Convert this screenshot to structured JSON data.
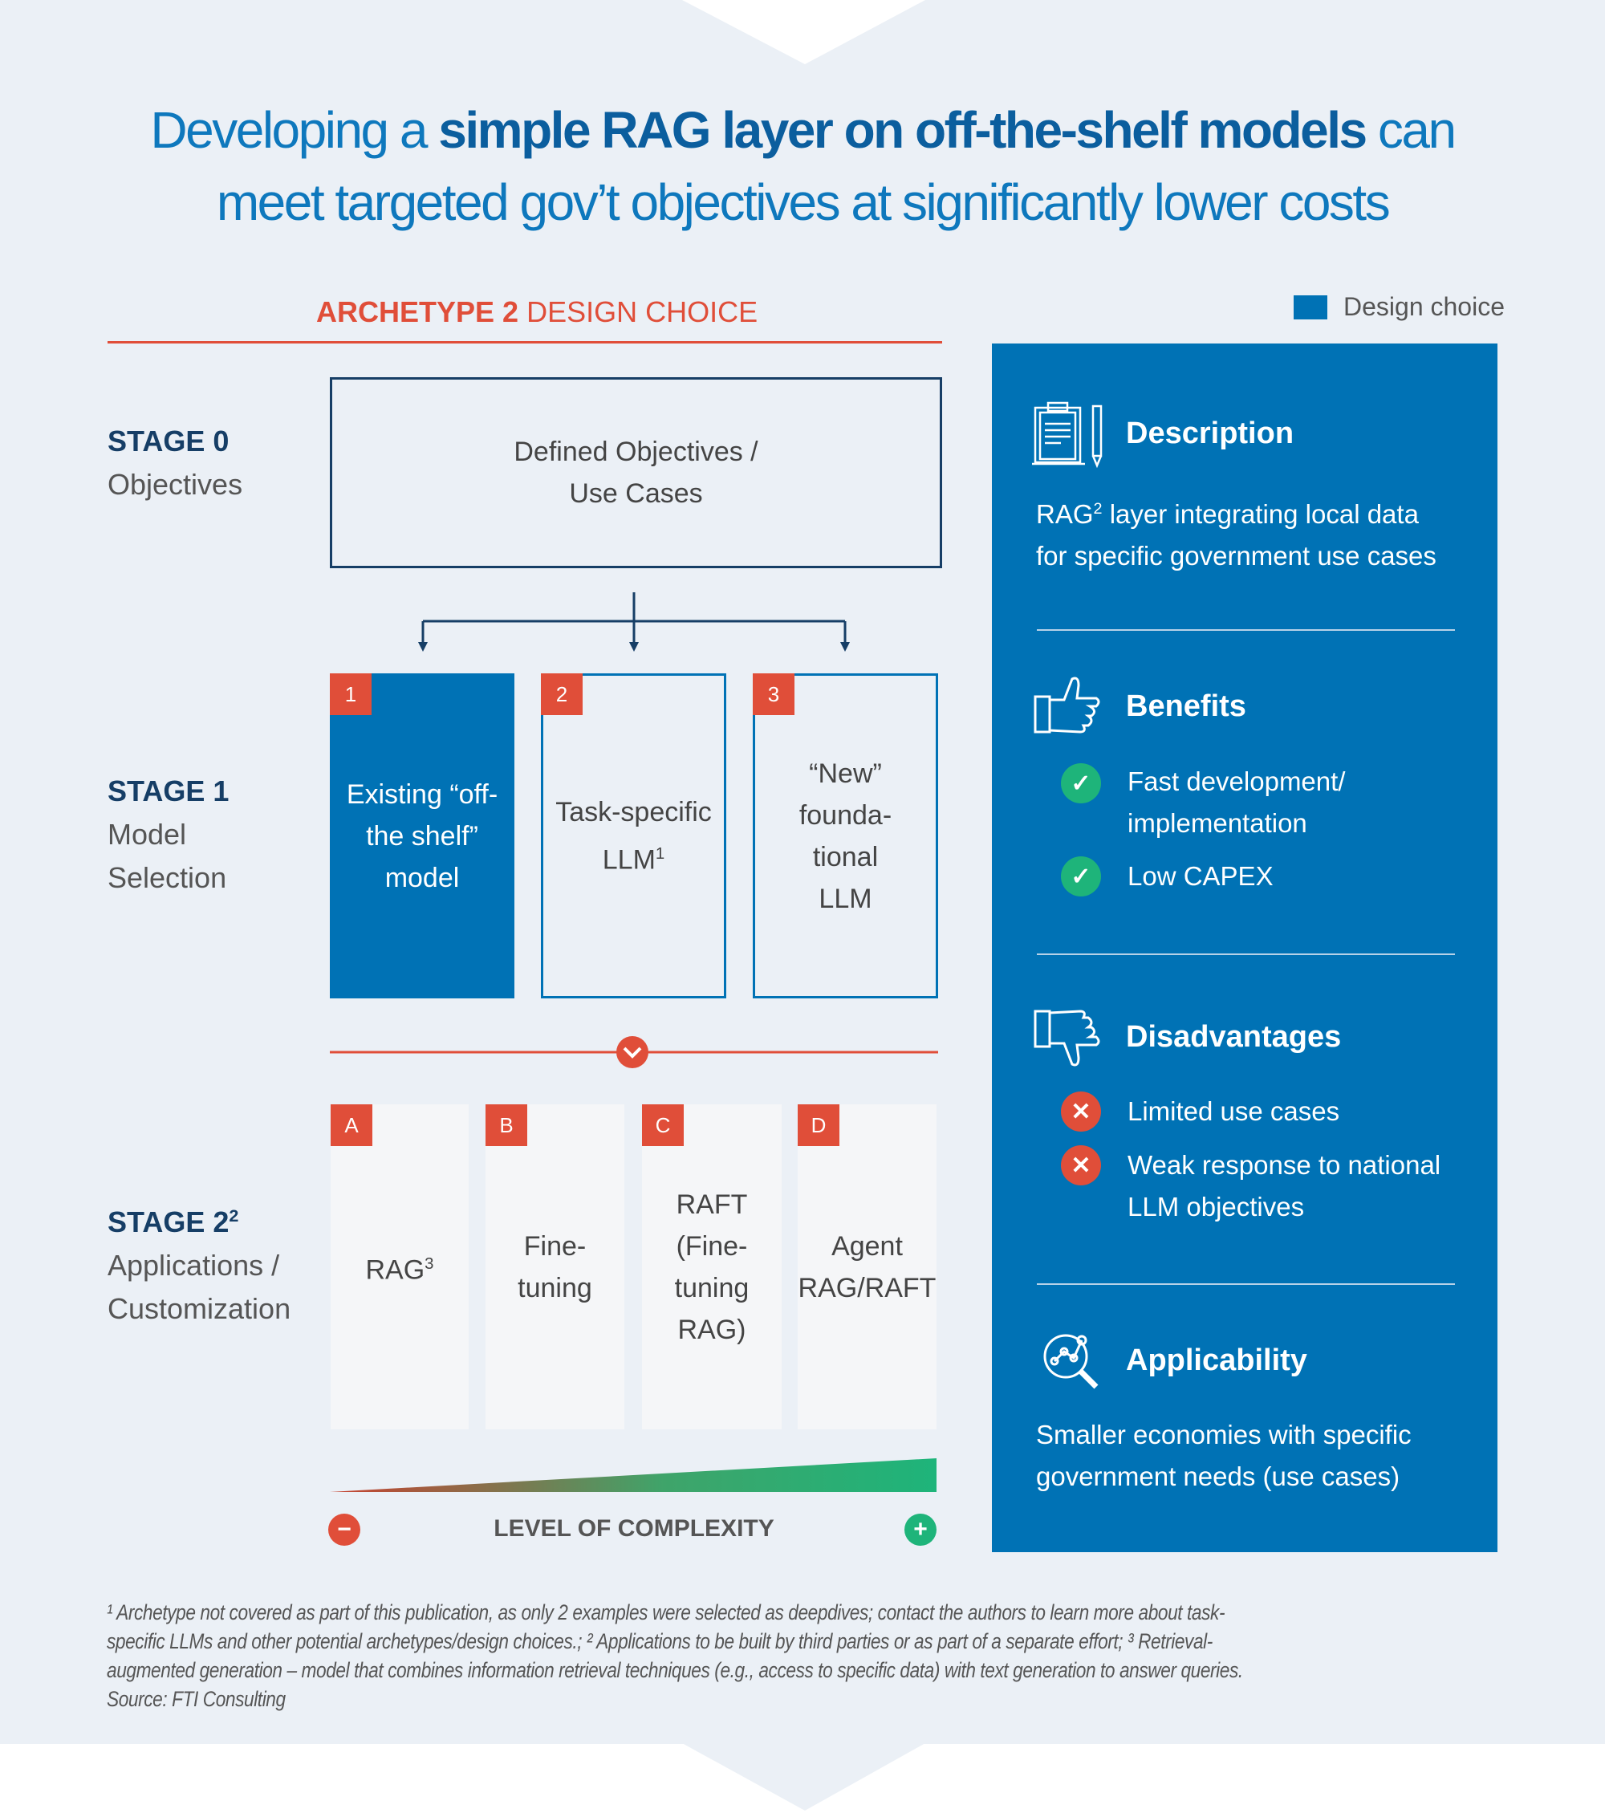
{
  "title": {
    "line1_pre": "Developing a ",
    "line1_bold": "simple RAG layer on off-the-shelf models",
    "line1_post": " can",
    "line2": "meet targeted gov’t objectives at significantly lower costs"
  },
  "section": {
    "bold": "ARCHETYPE 2",
    "rest": " DESIGN CHOICE"
  },
  "legend": {
    "label": "Design choice",
    "color": "#0072B5"
  },
  "stages": [
    {
      "label": "STAGE 0",
      "sub": [
        "Objectives"
      ]
    },
    {
      "label": "STAGE 1",
      "sub": [
        "Model",
        "Selection"
      ]
    },
    {
      "label": "STAGE 2",
      "sup": "2",
      "sub": [
        "Applications /",
        "Customization"
      ]
    }
  ],
  "objectives_box": {
    "lines": [
      "Defined Objectives /",
      "Use Cases"
    ]
  },
  "models": [
    {
      "num": "1",
      "lines": [
        "Existing “off-",
        "the shelf”",
        "model"
      ],
      "selected": true
    },
    {
      "num": "2",
      "lines": [
        "Task-specific",
        "LLM"
      ],
      "sup": "1",
      "selected": false
    },
    {
      "num": "3",
      "lines": [
        "“New”",
        "founda-",
        "tional",
        "LLM"
      ],
      "selected": false
    }
  ],
  "applications": [
    {
      "letter": "A",
      "lines": [
        "RAG"
      ],
      "sup": "3"
    },
    {
      "letter": "B",
      "lines": [
        "Fine-",
        "tuning"
      ]
    },
    {
      "letter": "C",
      "lines": [
        "RAFT",
        "(Fine-",
        "tuning",
        "RAG)"
      ]
    },
    {
      "letter": "D",
      "lines": [
        "Agent",
        "RAG/RAFT"
      ]
    }
  ],
  "complexity": {
    "label": "LEVEL OF COMPLEXITY",
    "minus": "−",
    "plus": "+"
  },
  "panel": {
    "description": {
      "heading": "Description",
      "pre": "RAG",
      "sup": "2",
      "line1_rest": " layer integrating local data",
      "line2": "for specific government use cases"
    },
    "benefits": {
      "heading": "Benefits",
      "items": [
        {
          "lines": [
            "Fast development/",
            "implementation"
          ]
        },
        {
          "lines": [
            "Low CAPEX"
          ]
        }
      ]
    },
    "disadvantages": {
      "heading": "Disadvantages",
      "items": [
        {
          "lines": [
            "Limited use cases"
          ]
        },
        {
          "lines": [
            "Weak response to national",
            "LLM objectives"
          ]
        }
      ]
    },
    "applicability": {
      "heading": "Applicability",
      "lines": [
        "Smaller economies with specific",
        "government needs (use cases)"
      ]
    }
  },
  "footnotes": [
    "¹ Archetype not covered as part of this publication, as only 2 examples were selected as deepdives; contact the authors to learn more about task-",
    "specific LLMs and other potential archetypes/design choices.; ² Applications to be built by third parties or as part of a separate effort; ³ Retrieval-",
    "augmented generation – model that combines information retrieval techniques (e.g., access to specific data) with text generation to answer queries.",
    "Source: FTI Consulting"
  ],
  "colors": {
    "accent_red": "#E04E39",
    "blue": "#0072B5",
    "dark_blue": "#163E66",
    "green": "#1EB47A",
    "background": "#EBF0F6"
  }
}
